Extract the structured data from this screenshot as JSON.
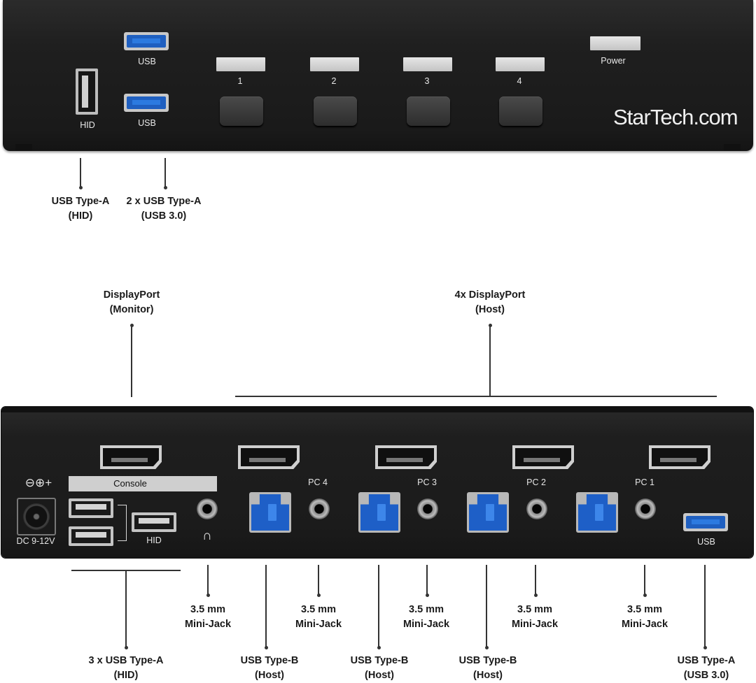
{
  "front_panel": {
    "usb_top_label": "USB",
    "usb_bottom_label": "USB",
    "hid_label": "HID",
    "port_buttons": [
      "1",
      "2",
      "3",
      "4"
    ],
    "power_label": "Power",
    "brand": "StarTech.com"
  },
  "front_callouts": [
    {
      "line1": "USB Type-A",
      "line2": "(HID)"
    },
    {
      "line1": "2 x USB Type-A",
      "line2": "(USB 3.0)"
    }
  ],
  "rear_top_callouts": [
    {
      "line1": "DisplayPort",
      "line2": "(Monitor)"
    },
    {
      "line1": "4x DisplayPort",
      "line2": "(Host)"
    }
  ],
  "rear_panel": {
    "console_label": "Console",
    "hid_label": "HID",
    "dc_label": "DC 9-12V",
    "pc_labels": [
      "PC 4",
      "PC 3",
      "PC 2",
      "PC 1"
    ],
    "usb_label": "USB"
  },
  "rear_bottom_callouts": {
    "jacks": [
      {
        "line1": "3.5 mm",
        "line2": "Mini-Jack"
      },
      {
        "line1": "3.5 mm",
        "line2": "Mini-Jack"
      },
      {
        "line1": "3.5 mm",
        "line2": "Mini-Jack"
      },
      {
        "line1": "3.5 mm",
        "line2": "Mini-Jack"
      },
      {
        "line1": "3.5 mm",
        "line2": "Mini-Jack"
      }
    ],
    "ports": [
      {
        "line1": "3 x USB Type-A",
        "line2": "(HID)"
      },
      {
        "line1": "USB Type-B",
        "line2": "(Host)"
      },
      {
        "line1": "USB Type-B",
        "line2": "(Host)"
      },
      {
        "line1": "USB Type-B",
        "line2": "(Host)"
      },
      {
        "line1": "USB Type-A",
        "line2": "(USB 3.0)"
      }
    ]
  },
  "colors": {
    "panel": "#1d1d1d",
    "usb3_blue": "#1f5fc0",
    "led": "#d6d6d6"
  }
}
